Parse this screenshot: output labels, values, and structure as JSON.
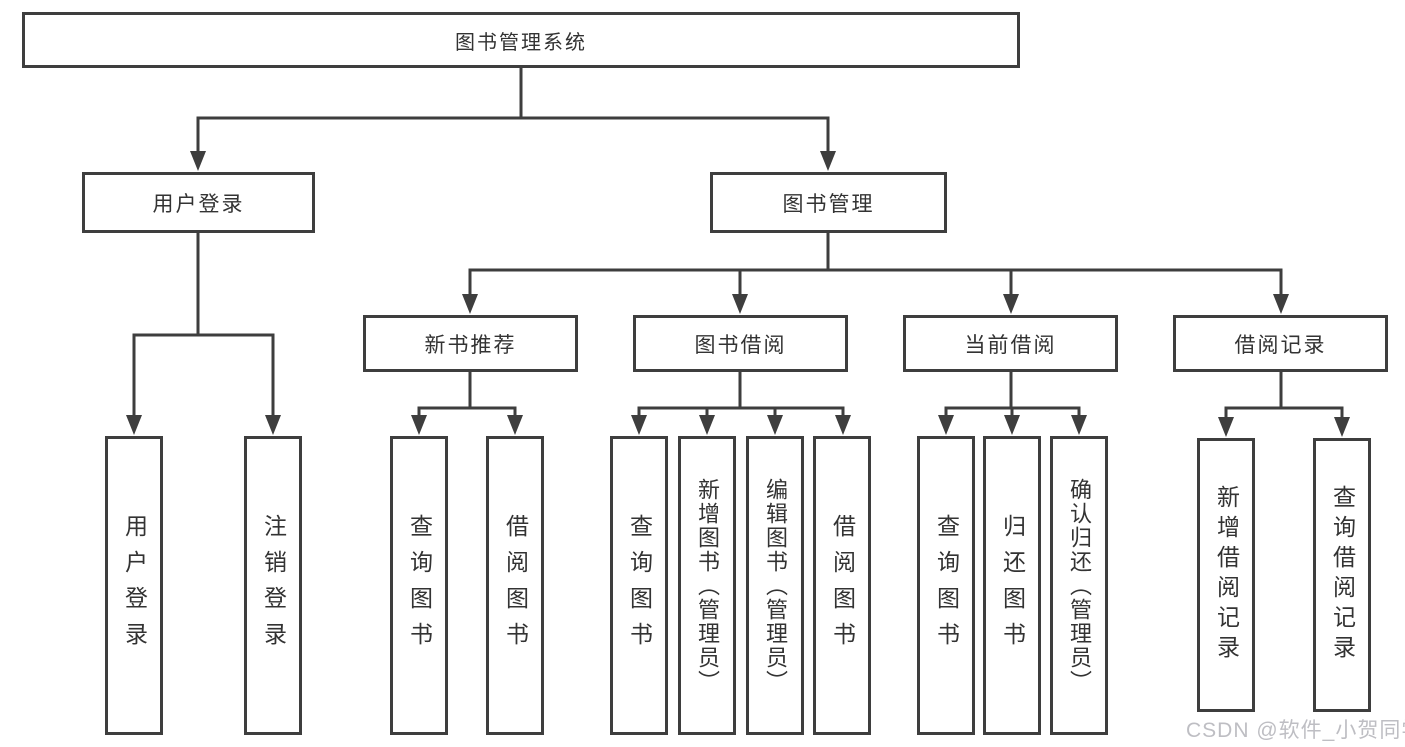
{
  "diagram": {
    "root": {
      "label": "图书管理系统"
    },
    "level2": [
      {
        "label": "用户登录"
      },
      {
        "label": "图书管理"
      }
    ],
    "level3": [
      {
        "label": "新书推荐"
      },
      {
        "label": "图书借阅"
      },
      {
        "label": "当前借阅"
      },
      {
        "label": "借阅记录"
      }
    ],
    "leaves": [
      {
        "label": "用户登录"
      },
      {
        "label": "注销登录"
      },
      {
        "label": "查询图书"
      },
      {
        "label": "借阅图书"
      },
      {
        "label": "查询图书"
      },
      {
        "label": "新增图书（管理员）"
      },
      {
        "label": "编辑图书（管理员）"
      },
      {
        "label": "借阅图书"
      },
      {
        "label": "查询图书"
      },
      {
        "label": "归还图书"
      },
      {
        "label": "确认归还（管理员）"
      },
      {
        "label": "新增借阅记录"
      },
      {
        "label": "查询借阅记录"
      }
    ]
  },
  "watermark": {
    "text": "CSDN @软件_小贺同学"
  },
  "colors": {
    "line": "#3e3e3e",
    "text": "#333333",
    "background": "#ffffff",
    "watermark": "#b9babe"
  }
}
